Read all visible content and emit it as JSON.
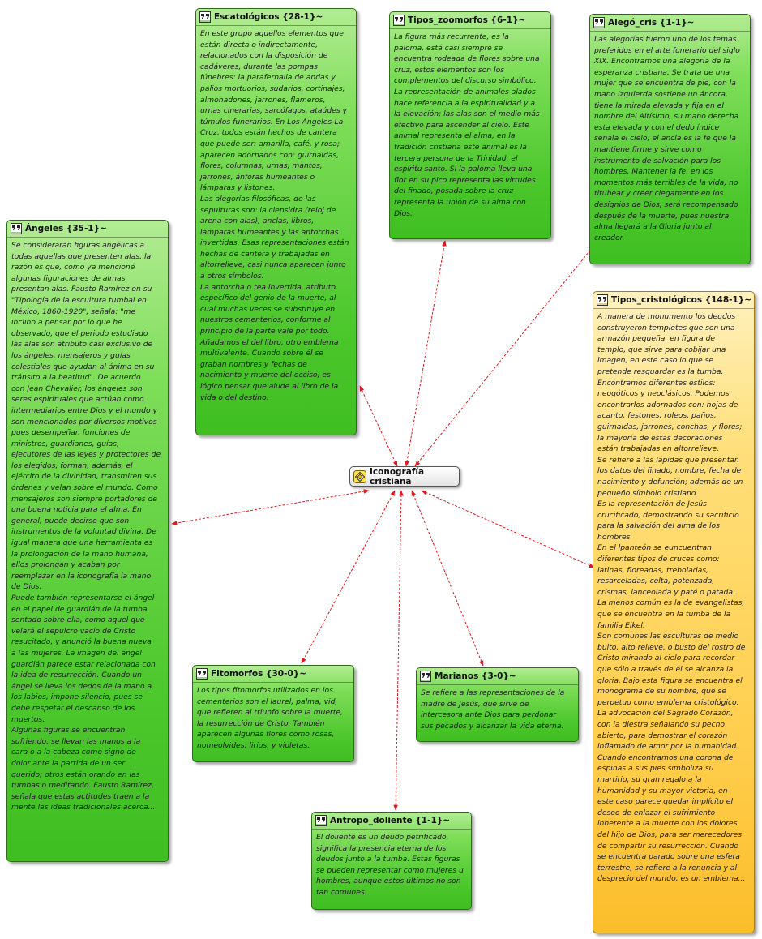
{
  "diagram": {
    "center": {
      "title": "Iconografía cristiana"
    },
    "colors": {
      "green": "#4cc72c",
      "yellow": "#ffcc48",
      "link": "#e8141b"
    },
    "nodes": {
      "escatologicos": {
        "title": "Escatológicos {28-1}~",
        "color": "green",
        "lines": [
          "En este grupo aquellos elementos que",
          "están directa o indirectamente,",
          "relacionados con la disposición de",
          "cadáveres, durante las pompas",
          "fúnebres: la parafernalia de andas y",
          "palios mortuorios, sudarios, cortinajes,",
          "almohadones, jarrones, flameros,",
          "urnas cinerarias, sarcófagos, ataúdes y",
          "túmulos funerarios. En Los Ángeles-La",
          "Cruz, todos están hechos de cantera",
          "que puede ser: amarilla, café, y rosa;",
          "aparecen adornados con: guirnaldas,",
          "flores, columnas, urnas, mantos,",
          "jarrones, ánforas humeantes o",
          "lámparas  y  listones.",
          "Las alegorías filosóficas, de las",
          "sepulturas son: la clepsidra (reloj de",
          "arena con alas), anclas, libros,",
          "lámparas humeantes y las antorchas",
          "invertidas. Esas representaciones están",
          "hechas de cantera y trabajadas en",
          "altorrelieve, casi nunca aparecen junto",
          "a  otros  símbolos.",
          "La antorcha o tea invertida, atributo",
          "específico del genio de la muerte, al",
          "cual muchas veces se substituye en",
          "nuestros cementerios, conforme al",
          "principio de la parte vale por todo.",
          "Añadamos el del libro, otro emblema",
          "multivalente. Cuando sobre él se",
          "graban nombres y fechas de",
          "nacimiento y muerte del occiso, es",
          "lógico pensar que alude al libro de la",
          "vida o del destino."
        ]
      },
      "zoomorfos": {
        "title": "Tipos_zoomorfos {6-1}~",
        "color": "green",
        "lines": [
          "La figura más recurrente, es la",
          "paloma, está casi siempre se",
          "encuentra rodeada de flores sobre una",
          "cruz, estos elementos son los",
          "complementos del discurso simbólico.",
          "La representación de animales alados",
          "hace referencia a la espiritualidad y a",
          "la elevación; las alas son el medio más",
          "efectivo para ascender al cielo. Este",
          "animal representa el alma, en la",
          "tradición cristiana este animal es la",
          "tercera persona de la Trinidad, el",
          "espíritu santo. Si la paloma lleva una",
          "flor en su pico representa las virtudes",
          "del finado, posada sobre la cruz",
          "representa la unión de su alma con",
          "Dios."
        ]
      },
      "alego": {
        "title": "Alegó_cris {1-1}~",
        "color": "green",
        "lines": [
          "Las alegorías fueron uno de los temas",
          "preferidos en el arte funerario del siglo",
          "XIX. Encontramos una alegoría de la",
          "esperanza cristiana. Se trata de una",
          "mujer que se encuentra de pie, con la",
          "mano izquierda sostiene un áncora,",
          "tiene la mirada elevada y fija en el",
          "nombre del Altísimo, su mano derecha",
          "esta elevada y con el dedo índice",
          "señala el cielo; el ancla es la fe que la",
          "mantiene firme y sirve como",
          "instrumento de salvación para los",
          "hombres. Mantener la fe, en los",
          "momentos más terribles de la vida, no",
          "titubear y creer ciegamente en los",
          "designios de Dios, será recompensado",
          "después de la muerte, pues nuestra",
          "alma llegará a la Gloria junto al",
          "creador."
        ]
      },
      "angeles": {
        "title": "Ángeles {35-1}~",
        "color": "green",
        "lines": [
          "Se considerarán figuras angélicas a",
          "todas aquellas que presenten alas, la",
          "razón es que, como ya mencioné",
          "algunas figuraciones de almas",
          "presentan alas. Fausto Ramírez en su",
          "\"Tipología de la escultura tumbal en",
          "México, 1860-1920\", señala: \"me",
          "inclino a pensar por lo que he",
          "observado, que el periodo estudiado",
          "las alas son atributo  casi exclusivo de",
          "los ángeles, mensajeros y guías",
          "celestiales que ayudan al ánima  en su",
          "tránsito  a la beatitud\". De acuerdo",
          "con Jean Chevalier, los ángeles son",
          "seres espirituales  que actúan como",
          "intermediarios entre Dios y el mundo y",
          "son mencionados por diversos motivos",
          "pues desempeñan funciones de",
          "ministros, guardianes, guías,",
          "ejecutores de las leyes y protectores de",
          "los elegidos, forman, además, el",
          "ejército de la divinidad, transmiten sus",
          "órdenes y velan sobre el mundo. Como",
          "mensajeros son siempre portadores de",
          "una buena noticia para el alma. En",
          "general, puede decirse que son",
          "instrumentos de la voluntad divina. De",
          "igual manera que una herramienta es",
          "la prolongación de la mano humana,",
          "ellos prolongan y acaban por",
          "reemplazar en la iconografía la mano",
          "de  Dios.",
          "Puede también representarse el ángel",
          "en el papel de guardián de la tumba",
          "sentado sobre ella, como aquel que",
          "velará el sepulcro vacío de Cristo",
          "resucitado, y anunció la buena nueva",
          "a las mujeres. La imagen del ángel",
          "guardián parece estar relacionada con",
          "la idea de resurrección. Cuando un",
          "ángel se lleva los dedos de la mano a",
          "los labios, impone silencio, pues se",
          "debe respetar el descanso de los",
          "muertos.",
          "Algunas figuras se encuentran",
          "sufriendo, se llevan las manos a la",
          "cara o a la cabeza como signo de",
          "dolor ante la partida de un ser",
          "querido; otros están orando en las",
          "tumbas o meditando. Fausto Ramírez,",
          "señala que estas actitudes traen a la",
          "mente  las  ideas  tradicionales  acerca..."
        ]
      },
      "cristologicos": {
        "title": "Tipos_cristológicos {148-1}~",
        "color": "yellow",
        "lines": [
          "A manera de monumento los deudos",
          "construyeron templetes que son una",
          "armazón pequeña, en figura de",
          "templo, que sirve para cobijar una",
          "imagen, en este caso lo que se",
          "pretende resguardar es la tumba.",
          "Encontramos diferentes estilos:",
          "neogóticos y neoclásicos. Podemos",
          "encontrarlos adornados con: hojas de",
          "acanto, festones, roleos, paños,",
          "guirnaldas, jarrones, conchas, y flores;",
          "la mayoría de estas decoraciones",
          "están  trabajadas  en  altorrelieve.",
          "Se refiere a las lápidas que presentan",
          "los datos del finado, nombre, fecha de",
          "nacimiento y defunción; además de un",
          "pequeño  símbolo  cristiano.",
          "Es la representación de Jesús",
          "crucificado, demostrando su sacrificio",
          "para la salvación del alma de los",
          "hombres",
          "En el lpanteón se euncuentran",
          "diferentes tipos de cruces como:",
          "latinas, floreadas, treboladas,",
          "resarceladas, celta, potenzada,",
          "crismas, lanceolada y paté o patada.",
          "La menos común es la de evangelistas,",
          "que se encuentra en la tumba de la",
          "familia  Eikel.",
          "Son comunes las esculturas de medio",
          "bulto, alto relieve, o busto del rostro de",
          "Cristo mirando al cielo para recordar",
          "que sólo a través de él se alcanza la",
          "gloria. Bajo esta figura se encuentra el",
          "monograma de su nombre, que se",
          "perpetuo  como  emblema  cristológico.",
          "La advocación del Sagrado Corazón,",
          "con la diestra señalando su pecho",
          "abierto, para demostrar el corazón",
          "inflamado de amor por la humanidad.",
          "Cuando encontramos una corona de",
          "espinas a sus pies simboliza su",
          "martirio, su gran regalo a la",
          "humanidad y su mayor victoria, en",
          "este caso parece quedar implícito el",
          "deseo de enlazar el sufrimiento",
          "inherente a la muerte con los dolores",
          "del hijo de Dios, para ser merecedores",
          "de compartir su resurrección. Cuando",
          "se encuentra parado sobre una esfera",
          "terrestre, se refiere a la renuncia y al",
          "desprecio  del  mundo,  es  un  emblema..."
        ]
      },
      "fitomorfos": {
        "title": "Fitomorfos {30-0}~",
        "color": "green",
        "lines": [
          "Los tipos fitomorfos utilizados en los",
          "cementerios son el laurel, palma, vid,",
          "que refieren al triunfo sobre la muerte,",
          "la resurrección de Cristo. También",
          "aparecen algunas flores como rosas,",
          "nomeolvides, lirios, y violetas."
        ]
      },
      "marianos": {
        "title": "Marianos {3-0}~",
        "color": "green",
        "lines": [
          "Se refiere a las representaciones de la",
          "madre de Jesús, que sirve de",
          "intercesora ante Dios para perdonar",
          "sus pecados y alcanzar la vida eterna."
        ]
      },
      "antropo": {
        "title": "Antropo_doliente {1-1}~",
        "color": "green",
        "lines": [
          "El doliente es un deudo petrificado,",
          "significa la presencia eterna de los",
          "deudos junto a la tumba. Estas figuras",
          "se pueden representar como mujeres u",
          "hombres, aunque estos últimos no son",
          "tan comunes."
        ]
      }
    }
  }
}
